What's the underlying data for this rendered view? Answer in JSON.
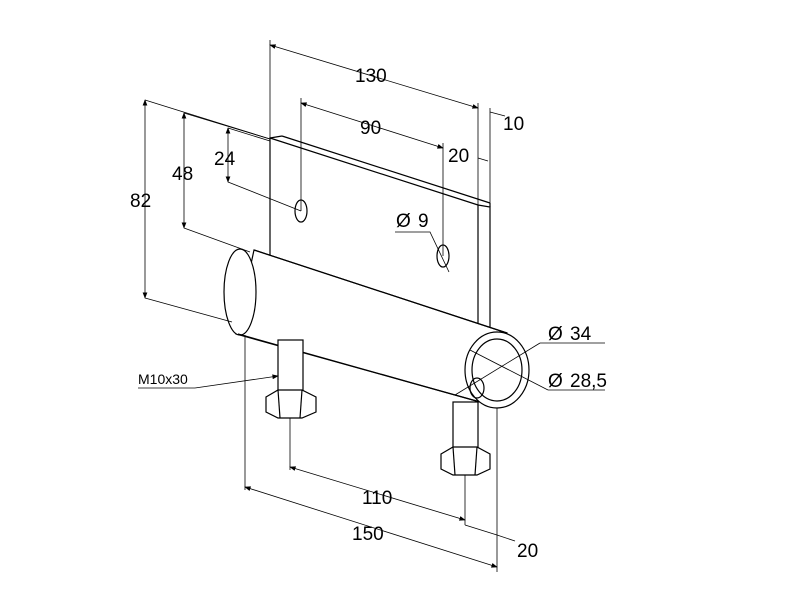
{
  "drawing": {
    "dimensions": {
      "width_total": "130",
      "plate_thickness": "10",
      "hole_spacing": "90",
      "hole_edge_offset": "20",
      "hole_height": "24",
      "plate_height": "48",
      "overall_height": "82",
      "hole_diameter": "9",
      "tube_outer_diameter": "34",
      "tube_inner_diameter": "28,5",
      "bolt": "M10x30",
      "bolt_spacing": "110",
      "tube_length": "150",
      "bolt_edge_offset": "20"
    },
    "diameter_symbol": "Ø"
  }
}
